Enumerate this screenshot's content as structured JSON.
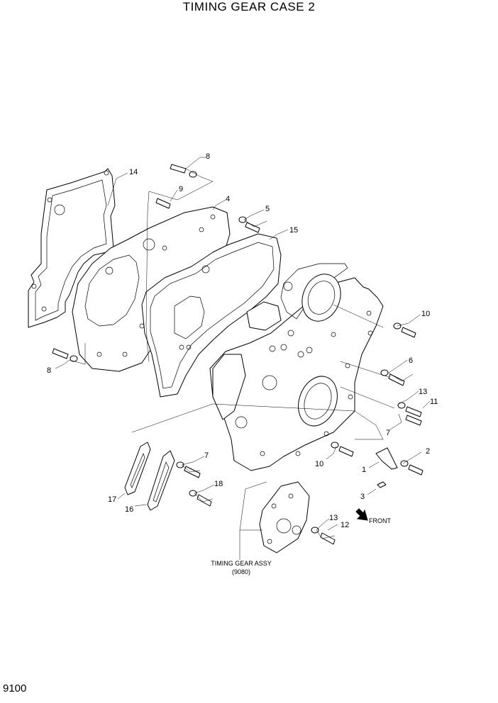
{
  "title": "TIMING GEAR CASE 2",
  "page_number": "9100",
  "callouts": {
    "c14": "14",
    "c8a": "8",
    "c9": "9",
    "c4": "4",
    "c5": "5",
    "c15": "15",
    "c10a": "10",
    "c6": "6",
    "c13a": "13",
    "c11": "11",
    "c7a": "7",
    "c8b": "8",
    "c2": "2",
    "c1": "1",
    "c3": "3",
    "c10b": "10",
    "c7b": "7",
    "c18": "18",
    "c17": "17",
    "c16": "16",
    "c13b": "13",
    "c12": "12"
  },
  "front_label": "FRONT",
  "assembly_label": "TIMING GEAR ASSY",
  "assembly_ref": "(9080)"
}
